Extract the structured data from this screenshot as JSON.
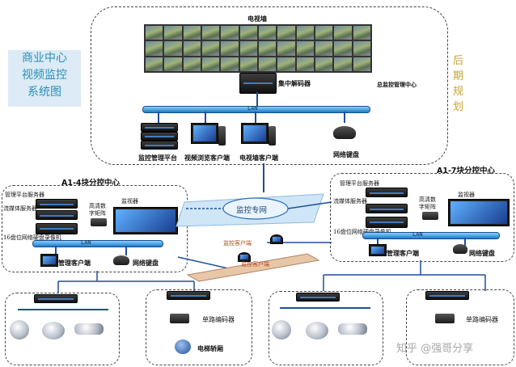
{
  "title_box": {
    "lines": [
      "商业中心",
      "视频监控",
      "系统图"
    ]
  },
  "future": {
    "chars": [
      "后",
      "期",
      "规",
      "划"
    ]
  },
  "center": {
    "video_wall": "电视墙",
    "decoder": "集中解码器",
    "center_name": "总监控管理中心",
    "lan": "LAN",
    "platform": "监控管理平台",
    "browse_client": "视频浏览客户端",
    "tv_wall_client": "电视墙客户端",
    "network_keyboard": "网络键盘"
  },
  "a14": {
    "title": "A1-4块分控中心",
    "mgmt_server": "管理平台服务器",
    "stream_server": "流媒体服务器",
    "hd_matrix_l1": "高清数",
    "hd_matrix_l2": "字矩阵",
    "monitor": "监视器",
    "storage": "16盘位网络硬盘录像机",
    "lan": "LAN",
    "client": "管理客户端",
    "keyboard": "网络键盘"
  },
  "a17": {
    "title": "A1-7块分控中心",
    "mgmt_server": "管理平台服务器",
    "stream_server": "流媒体服务器",
    "hd_matrix_l1": "高清数",
    "hd_matrix_l2": "字矩阵",
    "monitor": "监视器",
    "storage": "16盘位网络硬盘录像机",
    "lan": "LAN",
    "client": "管理客户端",
    "keyboard": "网络键盘"
  },
  "network": {
    "cloud": "监控专网",
    "client_top": "监控客户端",
    "client_bottom": "监控客户端"
  },
  "edge": {
    "encoder_left": "单路编码器",
    "elevator": "电梯轿厢",
    "encoder_right": "单路编码器"
  },
  "watermark": "知乎 @强哥分享",
  "colors": {
    "title_bg": "#dcebf5",
    "title_text": "#2a8fb8",
    "future_text": "#c8a533",
    "lan": "#1d78c8",
    "link": "#1d4f9a",
    "cloud": "#cfe6f7"
  }
}
